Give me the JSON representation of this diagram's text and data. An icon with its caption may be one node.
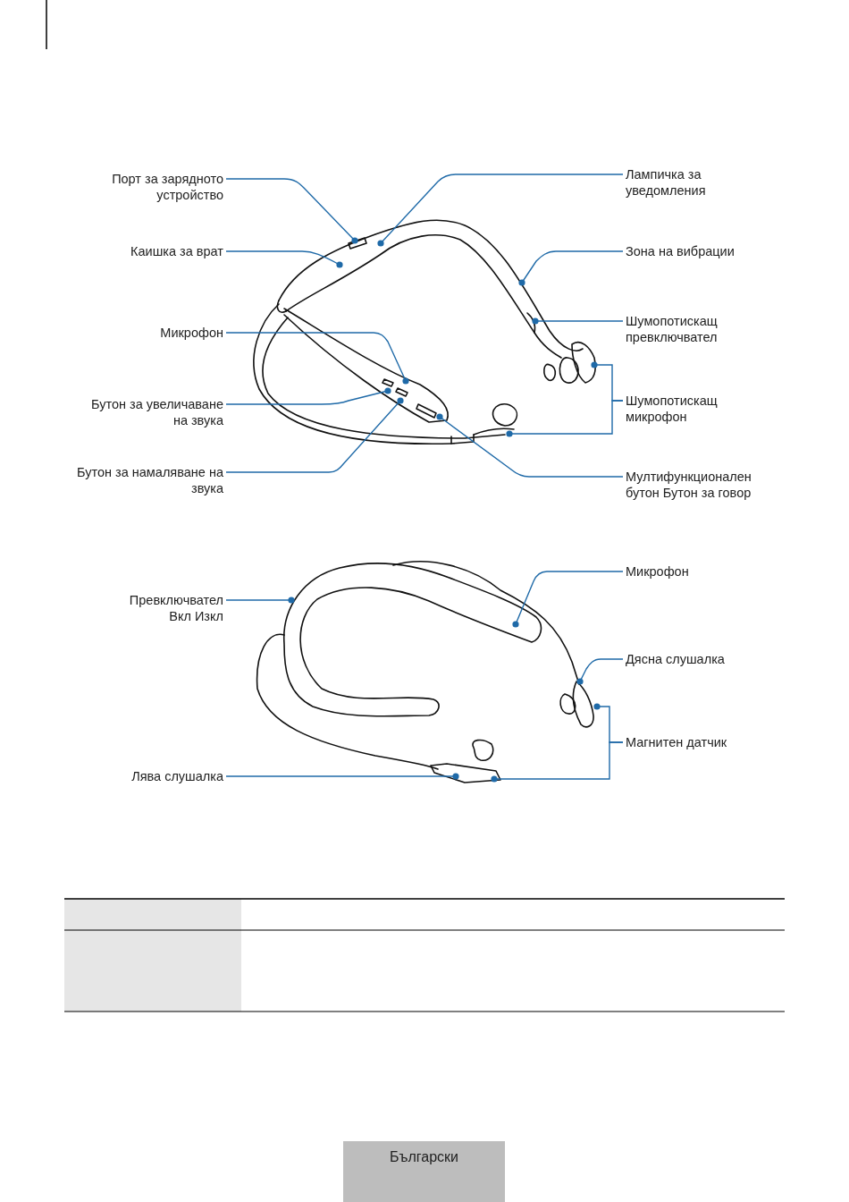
{
  "diagram": {
    "nodes": [
      {
        "text": [
          "Порт за зарядното устройство"
        ]
      },
      {
        "text": [
          "Лампичка за уведомления"
        ]
      },
      {
        "text": [
          "Каишка за врат"
        ]
      },
      {
        "text": [
          "Зона на вибрации"
        ]
      },
      {
        "text": [
          "Микрофон"
        ]
      },
      {
        "text": [
          "Шумопотискащ превключвател"
        ]
      },
      {
        "text": [
          "Бутон за увеличаване на звука"
        ]
      },
      {
        "text": [
          "Шумопотискащ микрофон"
        ]
      },
      {
        "text": [
          "Бутон за намаляване на звука"
        ]
      },
      {
        "text": [
          "Мултифункционален бутон Бутон за говор"
        ]
      },
      {
        "text": [
          "Микрофон"
        ]
      },
      {
        "text": [
          "Превключвател Вкл Изкл"
        ]
      },
      {
        "text": [
          "Дясна слушалка"
        ]
      },
      {
        "text": [
          "Магнитен датчик"
        ]
      },
      {
        "text": [
          "Лява слушалка"
        ]
      },
      {
        "text": [],
        "shape": "picture"
      },
      {
        "text": [],
        "shape": "picture"
      }
    ],
    "edges": [
      {
        "from": 0,
        "to": 15,
        "arrow": "other"
      },
      {
        "from": 1,
        "to": 15,
        "arrow": "other"
      },
      {
        "from": 2,
        "to": 15,
        "arrow": "other"
      },
      {
        "from": 3,
        "to": 15,
        "arrow": "other"
      },
      {
        "from": 4,
        "to": 15,
        "arrow": "other"
      },
      {
        "from": 5,
        "to": 15,
        "arrow": "other"
      },
      {
        "from": 6,
        "to": 15,
        "arrow": "other"
      },
      {
        "from": 7,
        "to": 15,
        "arrow": "other"
      },
      {
        "from": 7,
        "to": 15,
        "arrow": "other"
      },
      {
        "from": 8,
        "to": 15,
        "arrow": "other"
      },
      {
        "from": 9,
        "to": 15,
        "arrow": "other"
      },
      {
        "from": 10,
        "to": 16,
        "arrow": "other"
      },
      {
        "from": 11,
        "to": 16,
        "arrow": "other"
      },
      {
        "from": 12,
        "to": 16,
        "arrow": "other"
      },
      {
        "from": 13,
        "to": 16,
        "arrow": "other"
      },
      {
        "from": 13,
        "to": 16,
        "arrow": "other"
      },
      {
        "from": 14,
        "to": 16,
        "arrow": "other"
      }
    ],
    "labels": [
      "Български"
    ]
  }
}
